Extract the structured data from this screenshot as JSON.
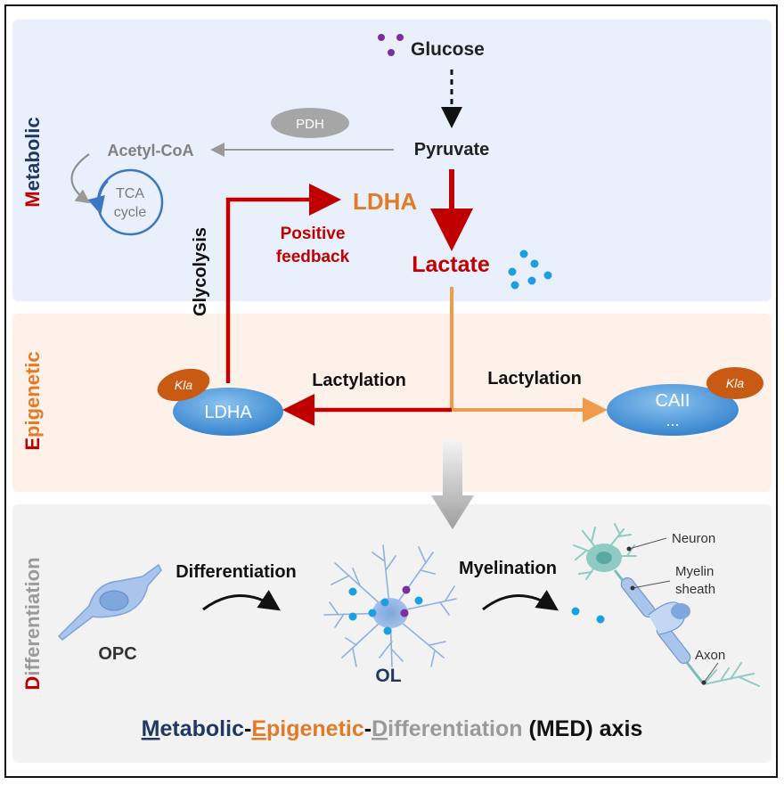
{
  "bands": {
    "metabolic": {
      "first": "M",
      "rest": "etabolic"
    },
    "epigenetic": {
      "first": "E",
      "rest": "pigenetic"
    },
    "differentiation": {
      "first": "D",
      "rest": "ifferentiation"
    }
  },
  "metabolic": {
    "glucose": "Glucose",
    "pyruvate": "Pyruvate",
    "pdh": "PDH",
    "acetyl_coa": "Acetyl-CoA",
    "tca_line1": "TCA",
    "tca_line2": "cycle",
    "ldha": "LDHA",
    "lactate": "Lactate",
    "glycolysis": "Glycolysis",
    "positive_line1": "Positive",
    "positive_line2": "feedback"
  },
  "epigenetic": {
    "lactylation_left": "Lactylation",
    "lactylation_right": "Lactylation",
    "ldha_protein": "LDHA",
    "cail_protein": "CAII",
    "cail_more": "...",
    "kla_left": "Kla",
    "kla_right": "Kla"
  },
  "differentiation": {
    "differentiation_label": "Differentiation",
    "myelination_label": "Myelination",
    "opc": "OPC",
    "ol": "OL",
    "neuron": "Neuron",
    "myelin_line1": "Myelin",
    "myelin_line2": "sheath",
    "axon": "Axon"
  },
  "axis_title": {
    "m": "M",
    "etabolic": "etabolic",
    "dash1": "-",
    "e": "E",
    "pigenetic": "pigenetic",
    "dash2": "-",
    "d": "D",
    "ifferentiation": "ifferentiation",
    "suffix": " (MED) axis"
  },
  "colors": {
    "metabolic_bg": "#eaf0fb",
    "epigenetic_bg": "#fdf1ea",
    "differentiation_bg": "#f2f2f2",
    "dark_red": "#c00000",
    "orange": "#e07b28",
    "dark_blue": "#1f3864",
    "gray": "#9a9a9a",
    "protein_blue": "#3d8ed6",
    "kla_brown": "#c85a13"
  }
}
